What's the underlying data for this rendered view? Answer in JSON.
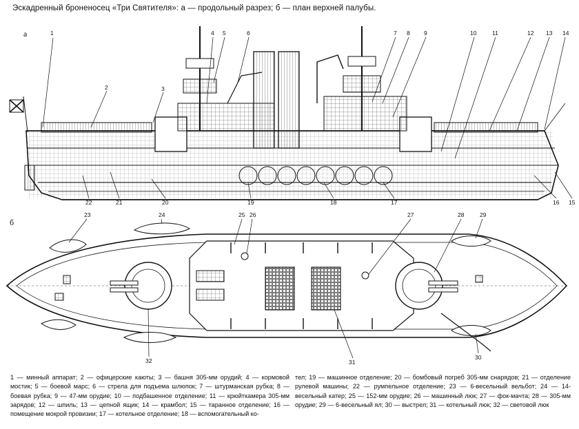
{
  "title": "Эскадренный броненосец «Три Святителя»: а — продольный разрез; б — план верхней палубы.",
  "view_a_label": "а",
  "view_b_label": "б",
  "callouts_a": [
    "1",
    "2",
    "3",
    "4",
    "5",
    "6",
    "7",
    "8",
    "9",
    "10",
    "11",
    "12",
    "13",
    "14",
    "15",
    "16",
    "17",
    "18",
    "19",
    "20",
    "21",
    "22"
  ],
  "callouts_b": [
    "23",
    "24",
    "25",
    "26",
    "27",
    "28",
    "29",
    "30",
    "31",
    "32"
  ],
  "caption_left": "1 — минный аппарат; 2 — офицерские каюты; 3 — башня 305-мм орудий; 4 — кормовой мостик; 5 — боевой марс; 6 — стрела для подъема шлюпок; 7 — штурманская рубка; 8 — боевая рубка; 9 — 47-мм орудие; 10 — подбашенное отделение; 11 — крюйткамера 305-мм зарядов; 12 — шпиль; 13 — цепной ящик; 14 — крамбол; 15 — таранное отделение; 16 — помещение мокрой провизии; 17 — котельное отделение; 18 — вспомогательный ко-",
  "caption_right": "тел; 19 — машинное отделение; 20 — бомбовый погреб 305-мм снарядов; 21 — отделение рулевой машины; 22 — румпельное отделение; 23 — 6-весельный вельбот; 24 — 14-весельный катер; 25 — 152-мм орудие; 26 — машинный люк; 27 — фок-мачта; 28 — 305-мм орудие; 29 — 6-весельный ял; 30 — выстрел; 31 — котельный люк; 32 — световой люк"
}
